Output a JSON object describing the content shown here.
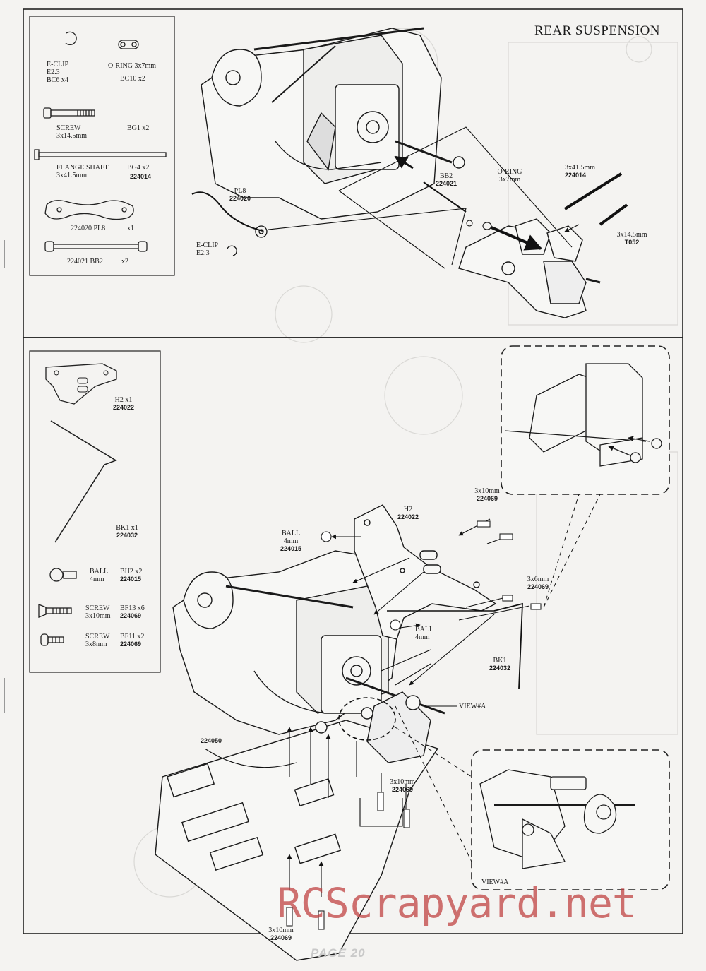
{
  "page": {
    "title": "REAR SUSPENSION",
    "page_label": "PAGE 20",
    "watermark": "RCScrapyard.net"
  },
  "top_parts": [
    {
      "name": "E-CLIP",
      "size": "E2.3",
      "code": "BC6 x4"
    },
    {
      "name": "O-RING",
      "size": "3x7mm",
      "code": "BC10 x2"
    },
    {
      "name": "SCREW",
      "size": "3x14.5mm",
      "code": "BG1 x2"
    },
    {
      "name": "FLANGE SHAFT",
      "size": "3x41.5mm",
      "code": "BG4 x2",
      "part_no": "224014"
    },
    {
      "name": "224020 PL8",
      "code": "x1"
    },
    {
      "name": "224021 BB2",
      "code": "x2"
    }
  ],
  "top_callouts": {
    "pl8": {
      "name": "PL8",
      "part_no": "224020"
    },
    "eclip": {
      "name": "E-CLIP",
      "size": "E2.3"
    },
    "bb2": {
      "name": "BB2",
      "part_no": "224021"
    },
    "oring": {
      "name": "O-RING",
      "size": "3x7mm"
    },
    "shaft": {
      "size": "3x41.5mm",
      "part_no": "224014"
    },
    "screw": {
      "size": "3x14.5mm",
      "part_no": "T052"
    }
  },
  "bottom_parts": [
    {
      "name": "H2 x1",
      "part_no": "224022"
    },
    {
      "name": "BK1 x1",
      "part_no": "224032"
    },
    {
      "name": "BALL",
      "size": "4mm",
      "code": "BH2 x2",
      "part_no": "224015"
    },
    {
      "name": "SCREW",
      "size": "3x10mm",
      "code": "BF13 x6",
      "part_no": "224069"
    },
    {
      "name": "SCREW",
      "size": "3x8mm",
      "code": "BF11 x2",
      "part_no": "224069"
    }
  ],
  "bottom_callouts": {
    "screw_top": {
      "size": "3x10mm",
      "part_no": "224069"
    },
    "h2": {
      "name": "H2",
      "part_no": "224022"
    },
    "ball_left": {
      "name": "BALL",
      "size": "4mm",
      "part_no": "224015"
    },
    "screw_6mm": {
      "size": "3x6mm",
      "part_no": "224069"
    },
    "ball_right": {
      "name": "BALL",
      "size": "4mm"
    },
    "bk1": {
      "name": "BK1",
      "part_no": "224032"
    },
    "view_a": "VIEW#A",
    "chassis": "224050",
    "screw_mid": {
      "size": "3x10mm",
      "part_no": "224069"
    },
    "screw_bottom": {
      "size": "3x10mm",
      "part_no": "224069"
    },
    "inset_view": "VIEW#A"
  }
}
